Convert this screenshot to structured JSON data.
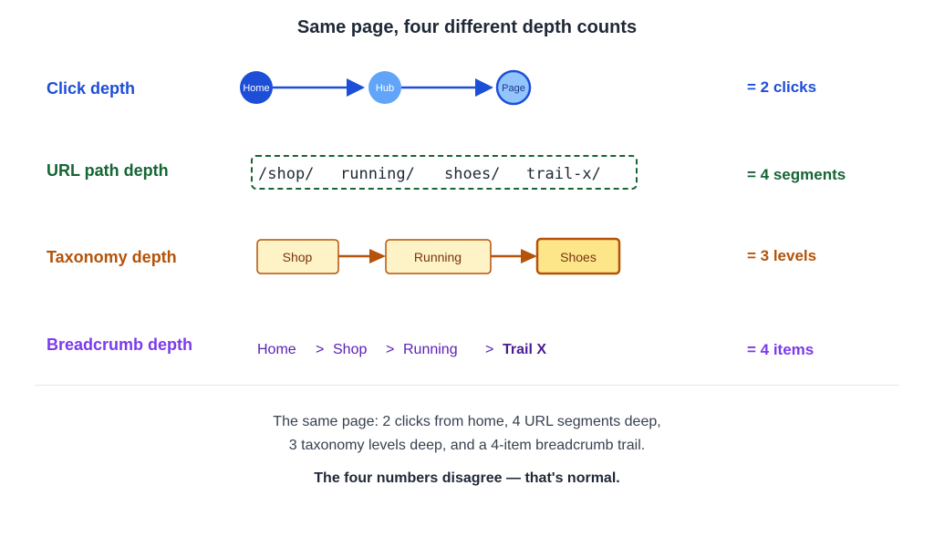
{
  "title": "Same page, four different depth counts",
  "rows": {
    "click": {
      "label": "Click depth",
      "result": "= 2 clicks",
      "nodes": [
        "Home",
        "Hub",
        "Page"
      ],
      "color": "#1d4ed8"
    },
    "url": {
      "label": "URL path depth",
      "result": "= 4 segments",
      "segments": [
        "/shop/",
        "running/",
        "shoes/",
        "trail-x/"
      ],
      "color": "#166534"
    },
    "taxonomy": {
      "label": "Taxonomy depth",
      "result": "= 3 levels",
      "nodes": [
        "Shop",
        "Running",
        "Shoes"
      ],
      "color": "#b45309"
    },
    "breadcrumb": {
      "label": "Breadcrumb depth",
      "result": "= 4 items",
      "items": [
        "Home",
        "Shop",
        "Running",
        "Trail X"
      ],
      "separator": ">",
      "color": "#7c3aed"
    }
  },
  "caption": {
    "line1": "The same page: 2 clicks from home, 4 URL segments deep,",
    "line2": "3 taxonomy levels deep, and a 4-item breadcrumb trail.",
    "emphasis": "The four numbers disagree — that's normal."
  }
}
